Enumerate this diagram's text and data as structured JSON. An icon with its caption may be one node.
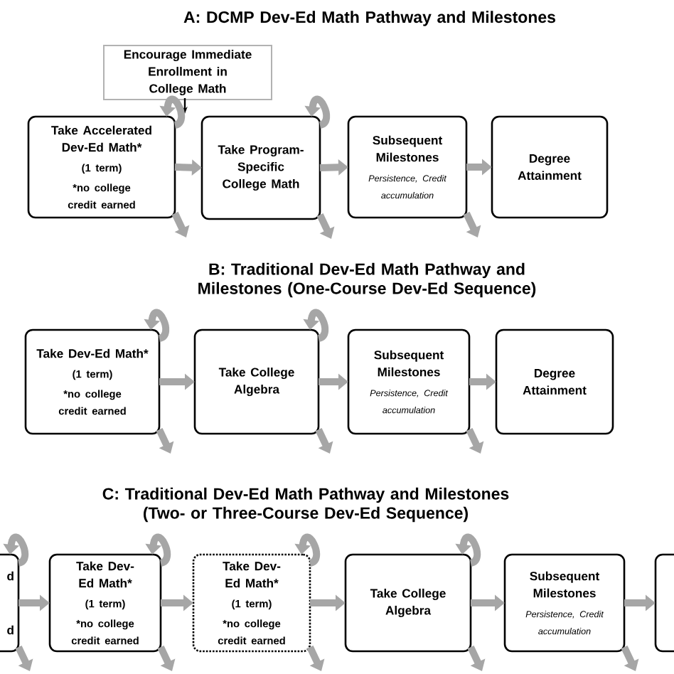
{
  "diagram": {
    "nodes": [
      {
        "text": [
          "Encourage Immediate Enrollment in College Math"
        ]
      },
      {
        "text": [
          "Take Accelerated Dev-Ed Math*",
          "(1 term)",
          "*no college credit earned"
        ]
      },
      {
        "text": [
          "Take Program-Specific College Math"
        ]
      },
      {
        "text": [
          "Subsequent Milestones",
          "Persistence, Credit accumulation"
        ]
      },
      {
        "text": [
          "Degree Attainment"
        ]
      },
      {
        "text": [
          "Take Dev-Ed Math*",
          "(1 term)",
          "*no college credit earned"
        ]
      },
      {
        "text": [
          "Take College Algebra"
        ]
      },
      {
        "text": [
          "Subsequent Milestones",
          "Persistence, Credit accumulation"
        ]
      },
      {
        "text": [
          "Degree Attainment"
        ]
      },
      {
        "text": [
          "d",
          "d"
        ]
      },
      {
        "text": [
          "Take Dev-Ed Math*",
          "(1 term)",
          "*no college credit earned"
        ]
      },
      {
        "text": [
          "Take Dev-Ed Math*",
          "(1 term)",
          "*no college credit earned"
        ]
      },
      {
        "text": [
          "Take College Algebra"
        ]
      },
      {
        "text": [
          "Subsequent Milestones",
          "Persistence, Credit accumulation"
        ]
      },
      {
        "text": [],
        "shape": "box"
      }
    ],
    "edges": [
      {
        "from": 0,
        "to": null,
        "arrow": "to",
        "color": "#000000"
      },
      {
        "from": 1,
        "to": 1,
        "arrow": "to"
      },
      {
        "from": 2,
        "to": 2,
        "arrow": "to"
      },
      {
        "from": 1,
        "to": 2,
        "arrow": "to"
      },
      {
        "from": 2,
        "to": 3,
        "arrow": "to"
      },
      {
        "from": 3,
        "to": 4,
        "arrow": "to"
      },
      {
        "from": 1,
        "to": null,
        "arrow": "to"
      },
      {
        "from": 2,
        "to": null,
        "arrow": "to"
      },
      {
        "from": 3,
        "to": null,
        "arrow": "to"
      },
      {
        "from": 5,
        "to": 5,
        "arrow": "to"
      },
      {
        "from": 6,
        "to": 6,
        "arrow": "to"
      },
      {
        "from": 5,
        "to": 6,
        "arrow": "to"
      },
      {
        "from": 6,
        "to": 7,
        "arrow": "to"
      },
      {
        "from": 7,
        "to": 8,
        "arrow": "to"
      },
      {
        "from": 5,
        "to": null,
        "arrow": "to"
      },
      {
        "from": 6,
        "to": null,
        "arrow": "to"
      },
      {
        "from": 7,
        "to": null,
        "arrow": "to"
      },
      {
        "from": 9,
        "to": 9,
        "arrow": "to"
      },
      {
        "from": 10,
        "to": 10,
        "arrow": "to"
      },
      {
        "from": 11,
        "to": 11,
        "arrow": "to"
      },
      {
        "from": 12,
        "to": 12,
        "arrow": "to"
      },
      {
        "from": 9,
        "to": 10,
        "arrow": "to"
      },
      {
        "from": 10,
        "to": 11,
        "arrow": "to"
      },
      {
        "from": 11,
        "to": 12,
        "arrow": "to"
      },
      {
        "from": 12,
        "to": 13,
        "arrow": "to"
      },
      {
        "from": 13,
        "to": 14,
        "arrow": "to"
      },
      {
        "from": 9,
        "to": null,
        "arrow": "to"
      },
      {
        "from": 10,
        "to": null,
        "arrow": "to"
      },
      {
        "from": 11,
        "to": null,
        "arrow": "to"
      },
      {
        "from": 12,
        "to": null,
        "arrow": "to"
      },
      {
        "from": 13,
        "to": null,
        "arrow": "to"
      }
    ],
    "labels": [
      "A: DCMP Dev-Ed Math Pathway and Milestones",
      "B: Traditional Dev-Ed Math Pathway and Milestones (One-Course Dev-Ed Sequence)",
      "C: Traditional Dev-Ed Math Pathway and Milestones (Two- or Three-Course Dev-Ed Sequence)"
    ]
  }
}
